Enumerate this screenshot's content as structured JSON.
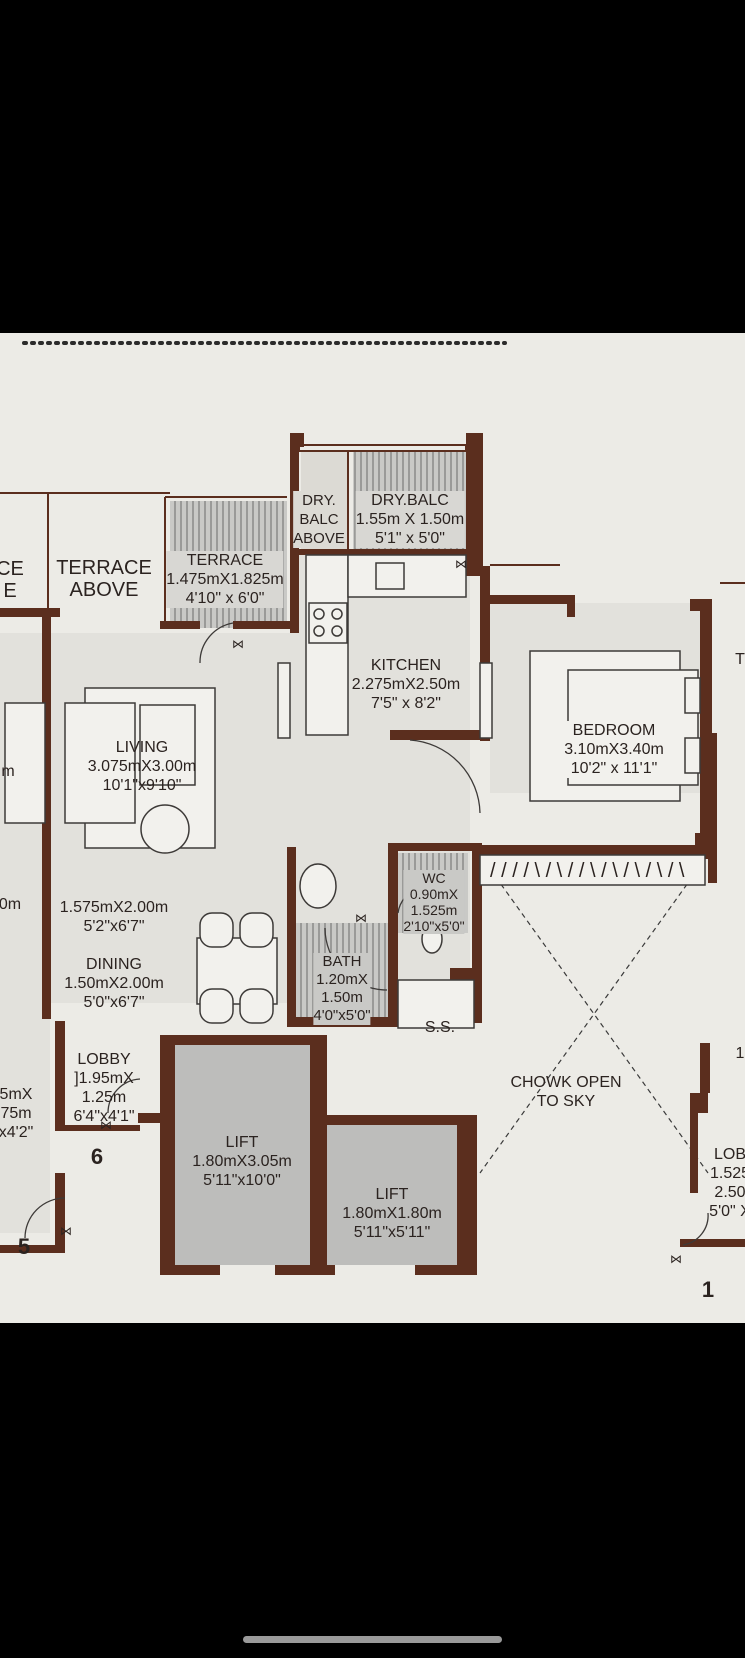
{
  "colors": {
    "wall": "#5b2e1e",
    "floor": "#e2e1dc",
    "hatch": "#a8a8a6",
    "lift": "#bdbdbb",
    "paper": "#ecebe6"
  },
  "rooms": {
    "terrace_left": [
      "CE",
      "E"
    ],
    "terrace_above": [
      "TERRACE",
      "ABOVE"
    ],
    "terrace": [
      "TERRACE",
      "1.475mX1.825m",
      "4'10\" x 6'0\""
    ],
    "dry_balc_small": [
      "DRY.",
      "BALC",
      "ABOVE"
    ],
    "dry_balc": [
      "DRY.BALC",
      "1.55m X 1.50m",
      "5'1\" x 5'0\""
    ],
    "kitchen": [
      "KITCHEN",
      "2.275mX2.50m",
      "7'5\" x 8'2\""
    ],
    "bedroom": [
      "BEDROOM",
      "3.10mX3.40m",
      "10'2\" x 11'1\""
    ],
    "living": [
      "LIVING",
      "3.075mX3.00m",
      "10'1\"x9'10\""
    ],
    "passage": [
      "1.575mX2.00m",
      "5'2\"x6'7\""
    ],
    "dining": [
      "DINING",
      "1.50mX2.00m",
      "5'0\"x6'7\""
    ],
    "wc": [
      "WC",
      "0.90mX",
      "1.525m",
      "2'10\"x5'0\""
    ],
    "bath": [
      "BATH",
      "1.20mX",
      "1.50m",
      "4'0\"x5'0\""
    ],
    "ss": "S.S.",
    "chowk": [
      "CHOWK OPEN",
      "TO SKY"
    ],
    "lobby_left": [
      "LOBBY",
      "]1.95mX",
      "1.25m",
      "6'4\"x4'1\""
    ],
    "lift_1": [
      "LIFT",
      "1.80mX3.05m",
      "5'11\"x10'0\""
    ],
    "lift_2": [
      "LIFT",
      "1.80mX1.80m",
      "5'11\"x5'11\""
    ],
    "lobby_right": [
      "LOB",
      "1.525",
      "2.50",
      "5'0\" X"
    ],
    "left_edge": [
      "m",
      "0m",
      "5mX",
      "75m",
      "x4'2\""
    ],
    "right_edge_t": "T",
    "right_edge_1": "1"
  },
  "door_numbers": {
    "five": "5",
    "six": "6",
    "one": "1"
  }
}
